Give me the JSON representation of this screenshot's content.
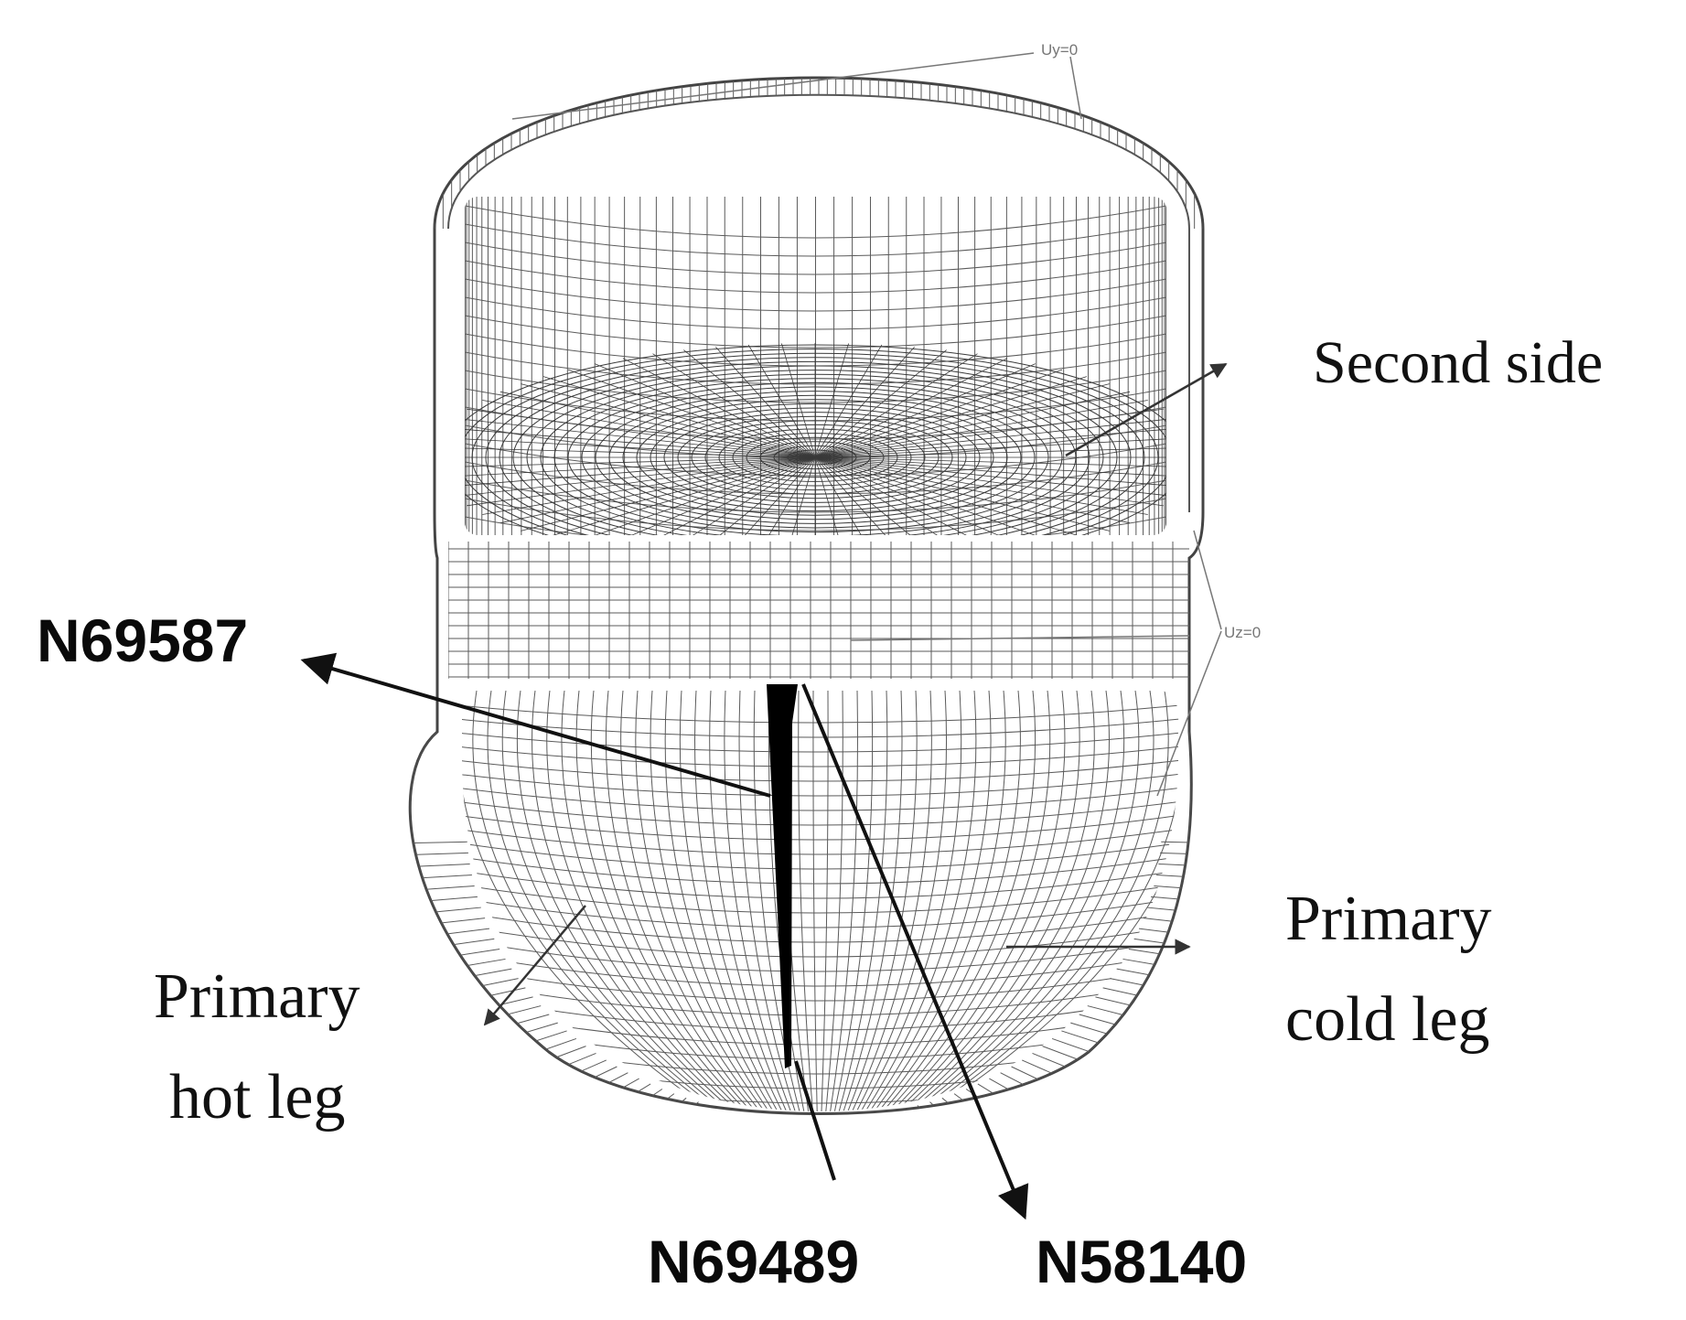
{
  "figure": {
    "boundary_labels": {
      "top": "Uy=0",
      "side": "Uz=0"
    },
    "regions": {
      "second_side": "Second side",
      "hot_leg_line1": "Primary",
      "hot_leg_line2": "hot leg",
      "cold_leg_line1": "Primary",
      "cold_leg_line2": "cold leg"
    },
    "nodes": {
      "n69587": "N69587",
      "n69489": "N69489",
      "n58140": "N58140"
    },
    "colors": {
      "mesh": "#5a5a5a",
      "mesh_dense": "#3a3a3a",
      "arrow": "#111111",
      "slot": "#000000"
    }
  }
}
